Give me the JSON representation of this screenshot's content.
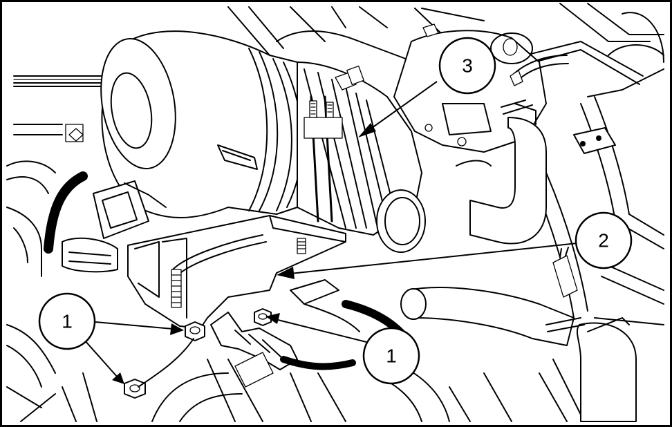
{
  "callouts": [
    {
      "id": "callout-1-left",
      "label": "1"
    },
    {
      "id": "callout-1-right",
      "label": "1"
    },
    {
      "id": "callout-2",
      "label": "2"
    },
    {
      "id": "callout-3",
      "label": "3"
    }
  ]
}
